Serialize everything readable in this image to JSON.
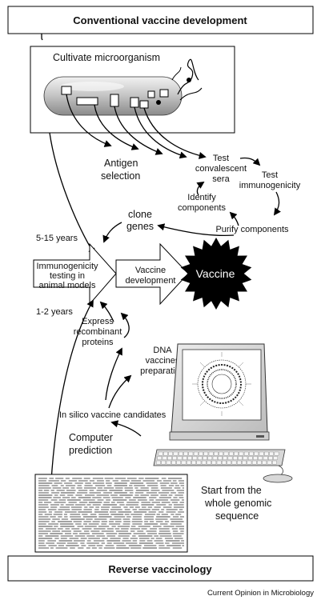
{
  "header": {
    "title": "Conventional vaccine development"
  },
  "footer": {
    "title": "Reverse vaccinology"
  },
  "credit": "Current Opinion in Microbiology",
  "conventional": {
    "cultivate": "Cultivate microorganism",
    "antigen": [
      "Antigen",
      "selection"
    ],
    "test_sera": [
      "Test",
      "convalescent",
      "sera"
    ],
    "test_immuno": [
      "Test",
      "immunogenicity"
    ],
    "identify": [
      "Identify",
      "components"
    ],
    "purify": [
      "Purify components"
    ],
    "clone": [
      "clone",
      "genes"
    ],
    "duration": "5-15 years"
  },
  "center": {
    "immunogenicity": [
      "Immunogenicity",
      "testing in",
      "animal models"
    ],
    "vaccine_dev": [
      "Vaccine",
      "development"
    ],
    "vaccine": "Vaccine"
  },
  "reverse": {
    "duration": "1-2 years",
    "express": [
      "Express",
      "recombinant",
      "proteins"
    ],
    "dna": [
      "DNA",
      "vaccines",
      "preparation"
    ],
    "in_silico": "In silico vaccine candidates",
    "computer": [
      "Computer",
      "prediction"
    ],
    "genome": [
      "Start from the",
      "whole genomic",
      "sequence"
    ]
  }
}
